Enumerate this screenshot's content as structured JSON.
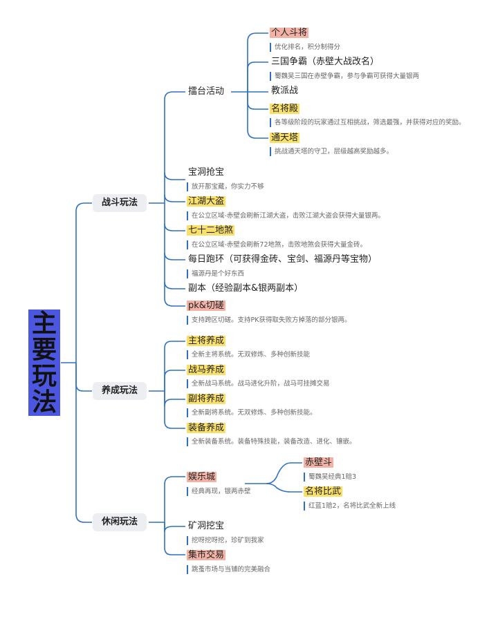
{
  "root": {
    "chars": [
      "主",
      "要",
      "玩",
      "法"
    ]
  },
  "battle": {
    "label": "战斗玩法",
    "arena": {
      "label": "擂台活动",
      "c1": {
        "label": "个人斗将",
        "note": "优化排名，积分制得分"
      },
      "c2": {
        "label": "三国争霸（赤壁大战改名）",
        "note": "蜀魏吴三国在赤壁争霸，参与争霸可获得大量银两"
      },
      "c3": {
        "label": "教派战"
      },
      "c4": {
        "label": "名将殿",
        "note": "各等级阶段的玩家通过互相挑战，筛选最强，并获得对应的奖励。"
      },
      "c5": {
        "label": "通天塔",
        "note": "挑战通天塔的守卫，层级越高奖励越多。"
      }
    },
    "treasure": {
      "label": "宝洞抢宝",
      "note": "放开那宝藏，你实力不够"
    },
    "bandit": {
      "label": "江湖大盗",
      "note": "在公立区域-赤壁会刷新江湖大盗，击败江湖大盗会获得大量银两。"
    },
    "fiend": {
      "label": "七十二地煞",
      "note": "在公立区域-赤壁会刷新72地煞，击败地煞会获得大量金砖。"
    },
    "daily": {
      "label": "每日跑环（可获得金砖、宝剑、福源丹等宝物）",
      "note": "福源丹是个好东西"
    },
    "dungeon": {
      "label": "副本（经验副本&银两副本）"
    },
    "pk": {
      "label": "pk&切磋",
      "note": "支持跨区切磋。支持PK获得取失败方掉落的部分银两。"
    }
  },
  "develop": {
    "label": "养成玩法",
    "general": {
      "label": "主将养成",
      "note": "全新主将系统。无双修炼、多种创新技能"
    },
    "horse": {
      "label": "战马养成",
      "note": "全新战马系统。战马进化升阶，战马可挂摊交易"
    },
    "vice": {
      "label": "副将养成",
      "note": "全新副将系统。无双修炼、多种创新技能。"
    },
    "equip": {
      "label": "装备养成",
      "note": "全新装备系统。装备特殊技能，装备改造、进化、镶嵌。"
    }
  },
  "leisure": {
    "label": "休闲玩法",
    "casino": {
      "label": "娱乐城",
      "note": "经典再现，银两赤壁",
      "c1": {
        "label": "赤壁斗",
        "note": "蜀魏吴经典1赔3"
      },
      "c2": {
        "label": "名将比武",
        "note": "红蓝1赔2，名将比武全新上线"
      }
    },
    "mine": {
      "label": "矿洞挖宝",
      "note": "挖呀挖呀挖，珍矿到我家"
    },
    "market": {
      "label": "集市交易",
      "note": "跳蚤市场与当铺的完美融合"
    }
  },
  "colors": {
    "line": "#2f6fc0",
    "root": "#4b57e0",
    "yellow": "#f8e06a",
    "red": "#f2b3a6"
  }
}
